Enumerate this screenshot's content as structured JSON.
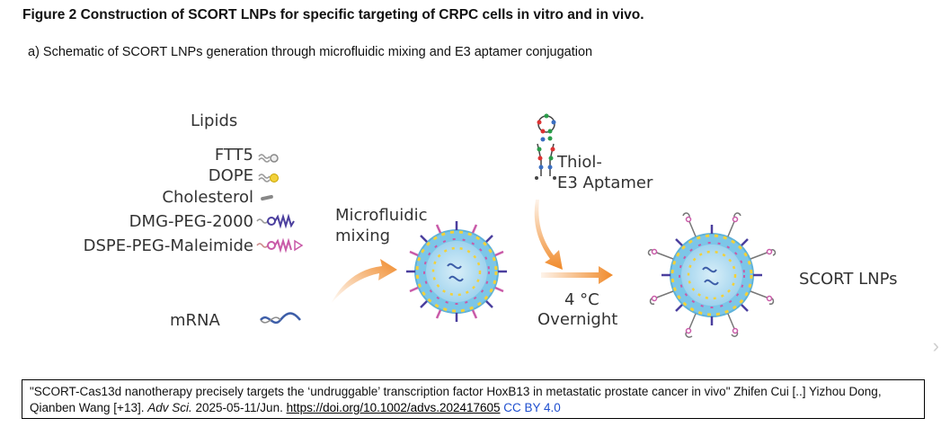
{
  "figure": {
    "title": "Figure 2 Construction of SCORT LNPs for specific targeting of CRPC cells in vitro and in vivo.",
    "subtitle": "a) Schematic of SCORT LNPs generation through microfluidic mixing and E3 aptamer conjugation"
  },
  "schematic": {
    "lipids_heading": "Lipids",
    "lipids": [
      "FTT5",
      "DOPE",
      "Cholesterol",
      "DMG-PEG-2000",
      "DSPE-PEG-Maleimide"
    ],
    "mrna_label": "mRNA",
    "step1": {
      "line1": "Microfluidic",
      "line2": "mixing"
    },
    "aptamer": {
      "line1": "Thiol-",
      "line2": "E3 Aptamer"
    },
    "step2": {
      "line1": "4 °C",
      "line2": "Overnight"
    },
    "product": "SCORT LNPs"
  },
  "citation": {
    "text_main": "\"SCORT-Cas13d nanotherapy precisely targets the ‘undruggable’ transcription factor HoxB13 in metastatic prostate cancer in vivo\" Zhifen Cui [..] Yizhou Dong, Qianben Wang [+13]. ",
    "journal": "Adv Sci.",
    "date": " 2025-05-11/Jun. ",
    "doi": "https://doi.org/10.1002/advs.202417605",
    "license": "CC BY 4.0"
  },
  "colors": {
    "shell": "#7cc6e8",
    "core": "#b8def0",
    "arrow": "#f08a2a",
    "peg": "#4b3f9e",
    "maleimide": "#c95aa8",
    "dope": "#f2d13a"
  }
}
